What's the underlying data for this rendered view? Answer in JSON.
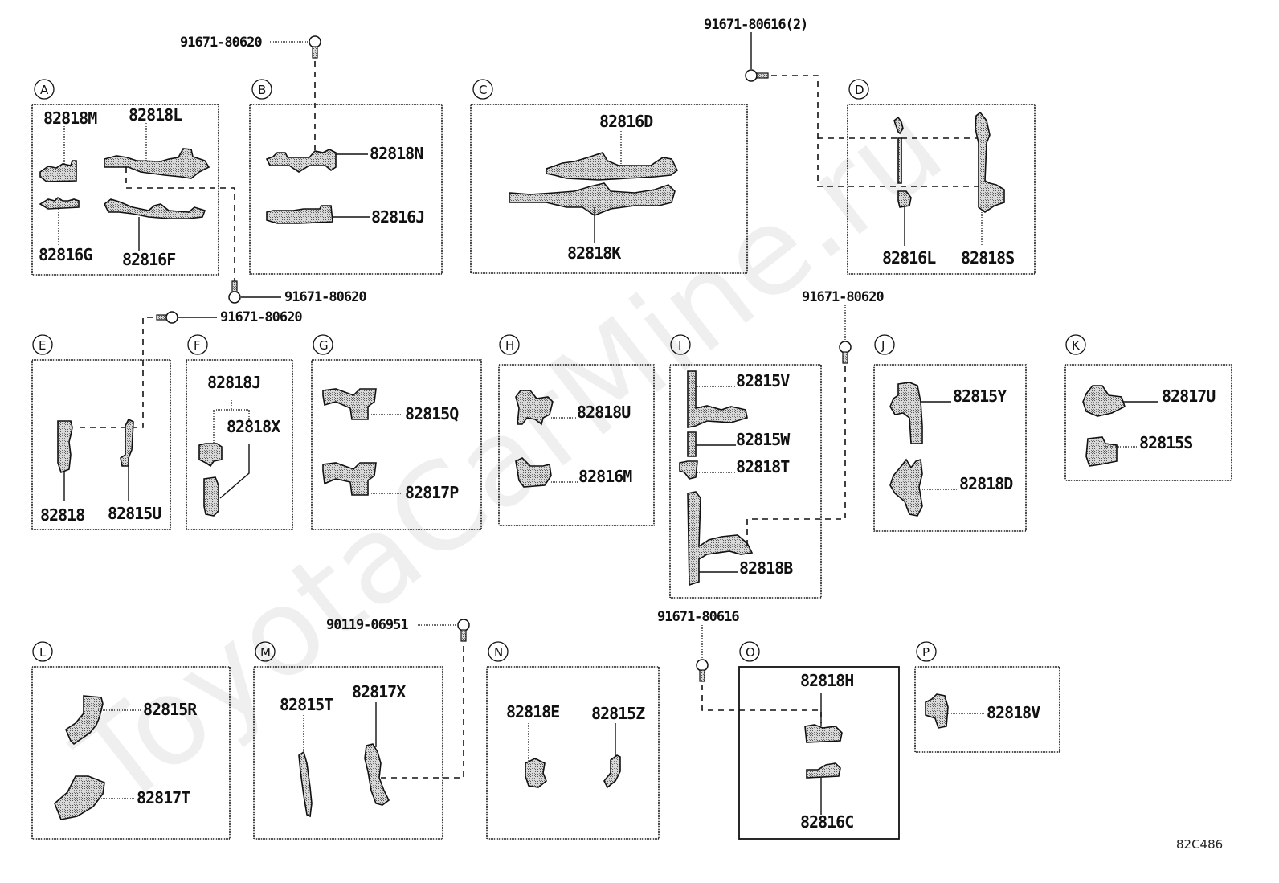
{
  "diagram": {
    "drawing_code": "82C486",
    "watermark": "ToyotaCarMine.ru",
    "groups": [
      {
        "id": "A",
        "parts": [
          "82818M",
          "82818L",
          "82816G",
          "82816F"
        ]
      },
      {
        "id": "B",
        "parts": [
          "82818N",
          "82816J"
        ]
      },
      {
        "id": "C",
        "parts": [
          "82816D",
          "82818K"
        ]
      },
      {
        "id": "D",
        "parts": [
          "82816L",
          "82818S"
        ]
      },
      {
        "id": "E",
        "parts": [
          "82818",
          "82815U"
        ]
      },
      {
        "id": "F",
        "parts": [
          "82818J",
          "82818X"
        ]
      },
      {
        "id": "G",
        "parts": [
          "82815Q",
          "82817P"
        ]
      },
      {
        "id": "H",
        "parts": [
          "82818U",
          "82816M"
        ]
      },
      {
        "id": "I",
        "parts": [
          "82815V",
          "82815W",
          "82818T",
          "82818B"
        ]
      },
      {
        "id": "J",
        "parts": [
          "82815Y",
          "82818D"
        ]
      },
      {
        "id": "K",
        "parts": [
          "82817U",
          "82815S"
        ]
      },
      {
        "id": "L",
        "parts": [
          "82815R",
          "82817T"
        ]
      },
      {
        "id": "M",
        "parts": [
          "82815T",
          "82817X"
        ]
      },
      {
        "id": "N",
        "parts": [
          "82818E",
          "82815Z"
        ]
      },
      {
        "id": "O",
        "parts": [
          "82818H",
          "82816C"
        ]
      },
      {
        "id": "P",
        "parts": [
          "82818V"
        ]
      }
    ],
    "fasteners": [
      {
        "part": "91671-80620",
        "attaches_to": "B"
      },
      {
        "part": "91671-80616(2)",
        "attaches_to": "D"
      },
      {
        "part": "91671-80620",
        "attaches_to": "A"
      },
      {
        "part": "91671-80620",
        "attaches_to": "E"
      },
      {
        "part": "91671-80620",
        "attaches_to": "I"
      },
      {
        "part": "90119-06951",
        "attaches_to": "M"
      },
      {
        "part": "91671-80616",
        "attaches_to": "O"
      }
    ]
  }
}
